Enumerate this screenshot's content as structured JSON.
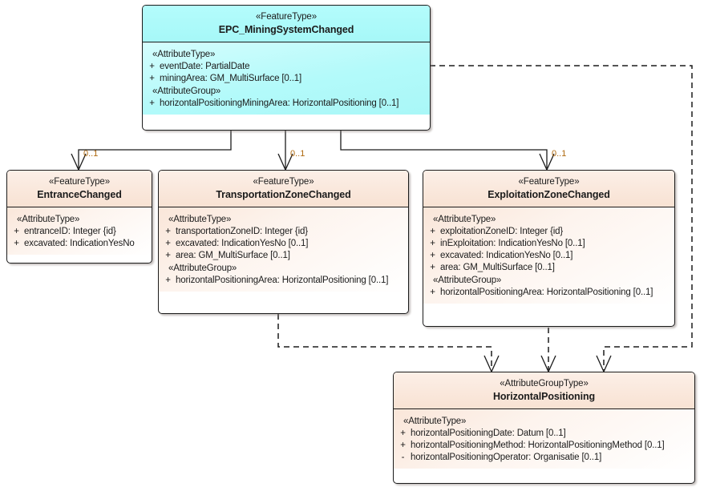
{
  "diagram": {
    "title": "EPC MiningSystemChanged UML class diagram",
    "colors": {
      "cyan_header": "#a6f8f8",
      "peach_header": "#f8e2d3",
      "outline": "#1b1b1b",
      "multiplicity_text": "#b06a10"
    }
  },
  "classes": {
    "mining_system_changed": {
      "stereotype": "«FeatureType»",
      "name": "EPC_MiningSystemChanged",
      "groups": [
        {
          "label": "«AttributeType»",
          "attributes": [
            {
              "visibility": "+",
              "text": "eventDate: PartialDate"
            },
            {
              "visibility": "+",
              "text": "miningArea: GM_MultiSurface [0..1]"
            }
          ]
        },
        {
          "label": "«AttributeGroup»",
          "attributes": [
            {
              "visibility": "+",
              "text": "horizontalPositioningMiningArea: HorizontalPositioning [0..1]"
            }
          ]
        }
      ]
    },
    "entrance_changed": {
      "stereotype": "«FeatureType»",
      "name": "EntranceChanged",
      "groups": [
        {
          "label": "«AttributeType»",
          "attributes": [
            {
              "visibility": "+",
              "text": "entranceID: Integer {id}"
            },
            {
              "visibility": "+",
              "text": "excavated: IndicationYesNo"
            }
          ]
        }
      ]
    },
    "transportation_zone_changed": {
      "stereotype": "«FeatureType»",
      "name": "TransportationZoneChanged",
      "groups": [
        {
          "label": "«AttributeType»",
          "attributes": [
            {
              "visibility": "+",
              "text": "transportationZoneID: Integer {id}"
            },
            {
              "visibility": "+",
              "text": "excavated: IndicationYesNo [0..1]"
            },
            {
              "visibility": "+",
              "text": "area: GM_MultiSurface [0..1]"
            }
          ]
        },
        {
          "label": "«AttributeGroup»",
          "attributes": [
            {
              "visibility": "+",
              "text": "horizontalPositioningArea: HorizontalPositioning [0..1]"
            }
          ]
        }
      ]
    },
    "exploitation_zone_changed": {
      "stereotype": "«FeatureType»",
      "name": "ExploitationZoneChanged",
      "groups": [
        {
          "label": "«AttributeType»",
          "attributes": [
            {
              "visibility": "+",
              "text": "exploitationZoneID: Integer {id}"
            },
            {
              "visibility": "+",
              "text": "inExploitation: IndicationYesNo [0..1]"
            },
            {
              "visibility": "+",
              "text": "excavated: IndicationYesNo [0..1]"
            },
            {
              "visibility": "+",
              "text": "area: GM_MultiSurface [0..1]"
            }
          ]
        },
        {
          "label": "«AttributeGroup»",
          "attributes": [
            {
              "visibility": "+",
              "text": "horizontalPositioningArea: HorizontalPositioning [0..1]"
            }
          ]
        }
      ]
    },
    "horizontal_positioning": {
      "stereotype": "«AttributeGroupType»",
      "name": "HorizontalPositioning",
      "groups": [
        {
          "label": "«AttributeType»",
          "attributes": [
            {
              "visibility": "+",
              "text": "horizontalPositioningDate: Datum [0..1]"
            },
            {
              "visibility": "+",
              "text": "horizontalPositioningMethod: HorizontalPositioningMethod [0..1]"
            },
            {
              "visibility": "-",
              "text": "horizontalPositioningOperator: Organisatie [0..1]"
            }
          ]
        }
      ]
    }
  },
  "connectors": {
    "multiplicities": [
      {
        "id": "to-entrance",
        "label": "0..1"
      },
      {
        "id": "to-transportation",
        "label": "0..1"
      },
      {
        "id": "to-exploitation",
        "label": "0..1"
      }
    ]
  }
}
